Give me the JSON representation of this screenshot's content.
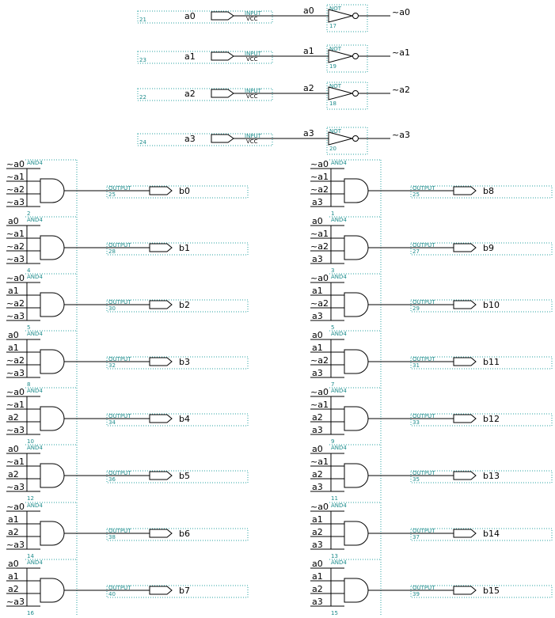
{
  "colors": {
    "wire": "#000000",
    "annotation": "#1e8c8c",
    "frame": "#27a0a0"
  },
  "inverters": [
    {
      "id": "21",
      "net": "a0",
      "wire": "a0",
      "out": "~a0",
      "gate": "NOT",
      "inst": "17",
      "pin": "INPUT",
      "pwr": "VCC"
    },
    {
      "id": "23",
      "net": "a1",
      "wire": "a1",
      "out": "~a1",
      "gate": "NOT",
      "inst": "19",
      "pin": "INPUT",
      "pwr": "VCC"
    },
    {
      "id": "22",
      "net": "a2",
      "wire": "a2",
      "out": "~a2",
      "gate": "NOT",
      "inst": "18",
      "pin": "INPUT",
      "pwr": "VCC"
    },
    {
      "id": "24",
      "net": "a3",
      "wire": "a3",
      "out": "~a3",
      "gate": "NOT",
      "inst": "20",
      "pin": "INPUT",
      "pwr": "VCC"
    }
  ],
  "decoders": [
    {
      "inputs": [
        "~a0",
        "~a1",
        "~a2",
        "~a3"
      ],
      "output": "b0",
      "gate": "AND4",
      "inst": "2",
      "pin": "OUTPUT",
      "pin_id": "25"
    },
    {
      "inputs": [
        "a0",
        "~a1",
        "~a2",
        "~a3"
      ],
      "output": "b1",
      "gate": "AND4",
      "inst": "4",
      "pin": "OUTPUT",
      "pin_id": "28"
    },
    {
      "inputs": [
        "~a0",
        "a1",
        "~a2",
        "~a3"
      ],
      "output": "b2",
      "gate": "AND4",
      "inst": "5",
      "pin": "OUTPUT",
      "pin_id": "30"
    },
    {
      "inputs": [
        "a0",
        "a1",
        "~a2",
        "~a3"
      ],
      "output": "b3",
      "gate": "AND4",
      "inst": "8",
      "pin": "OUTPUT",
      "pin_id": "32"
    },
    {
      "inputs": [
        "~a0",
        "~a1",
        "a2",
        "~a3"
      ],
      "output": "b4",
      "gate": "AND4",
      "inst": "10",
      "pin": "OUTPUT",
      "pin_id": "34"
    },
    {
      "inputs": [
        "a0",
        "~a1",
        "a2",
        "~a3"
      ],
      "output": "b5",
      "gate": "AND4",
      "inst": "12",
      "pin": "OUTPUT",
      "pin_id": "36"
    },
    {
      "inputs": [
        "~a0",
        "a1",
        "a2",
        "~a3"
      ],
      "output": "b6",
      "gate": "AND4",
      "inst": "14",
      "pin": "OUTPUT",
      "pin_id": "38"
    },
    {
      "inputs": [
        "a0",
        "a1",
        "a2",
        "~a3"
      ],
      "output": "b7",
      "gate": "AND4",
      "inst": "16",
      "pin": "OUTPUT",
      "pin_id": "40"
    },
    {
      "inputs": [
        "~a0",
        "~a1",
        "~a2",
        "a3"
      ],
      "output": "b8",
      "gate": "AND4",
      "inst": "1",
      "pin": "OUTPUT",
      "pin_id": "25"
    },
    {
      "inputs": [
        "a0",
        "~a1",
        "~a2",
        "a3"
      ],
      "output": "b9",
      "gate": "AND4",
      "inst": "3",
      "pin": "OUTPUT",
      "pin_id": "27"
    },
    {
      "inputs": [
        "~a0",
        "a1",
        "~a2",
        "a3"
      ],
      "output": "b10",
      "gate": "AND4",
      "inst": "5",
      "pin": "OUTPUT",
      "pin_id": "29"
    },
    {
      "inputs": [
        "a0",
        "a1",
        "~a2",
        "a3"
      ],
      "output": "b11",
      "gate": "AND4",
      "inst": "7",
      "pin": "OUTPUT",
      "pin_id": "31"
    },
    {
      "inputs": [
        "~a0",
        "~a1",
        "a2",
        "a3"
      ],
      "output": "b12",
      "gate": "AND4",
      "inst": "9",
      "pin": "OUTPUT",
      "pin_id": "33"
    },
    {
      "inputs": [
        "a0",
        "~a1",
        "a2",
        "a3"
      ],
      "output": "b13",
      "gate": "AND4",
      "inst": "11",
      "pin": "OUTPUT",
      "pin_id": "35"
    },
    {
      "inputs": [
        "~a0",
        "a1",
        "a2",
        "a3"
      ],
      "output": "b14",
      "gate": "AND4",
      "inst": "13",
      "pin": "OUTPUT",
      "pin_id": "37"
    },
    {
      "inputs": [
        "a0",
        "a1",
        "a2",
        "a3"
      ],
      "output": "b15",
      "gate": "AND4",
      "inst": "15",
      "pin": "OUTPUT",
      "pin_id": "39"
    }
  ]
}
